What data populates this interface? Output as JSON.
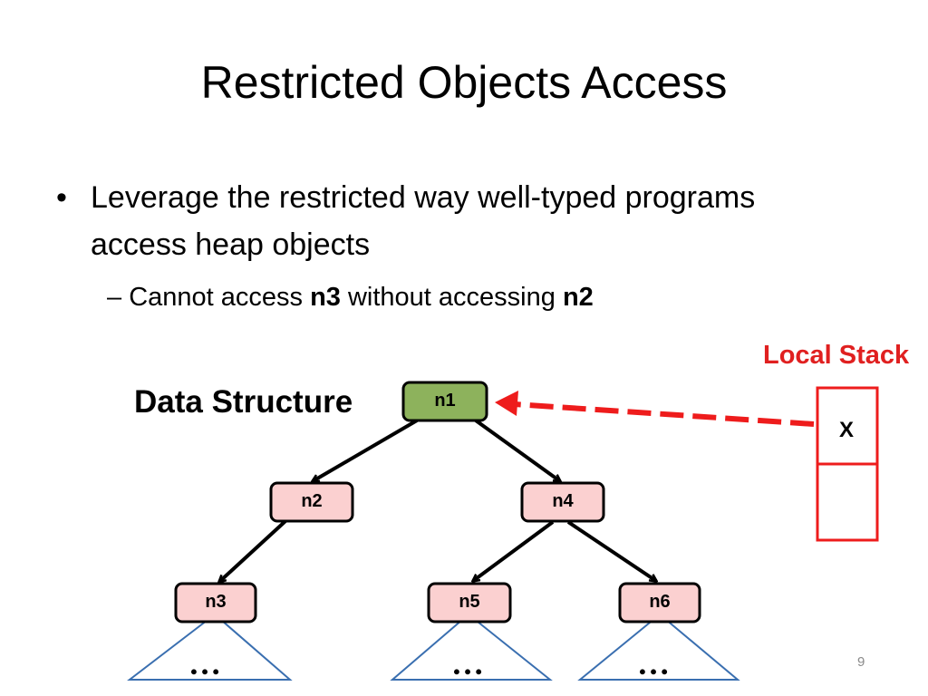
{
  "slide": {
    "title": "Restricted Objects Access",
    "bullet_marker": "•",
    "bullet_1": "Leverage the restricted way well-typed programs access heap objects",
    "bullet_2": {
      "dash": "– ",
      "part_1": "Cannot access ",
      "bold_1": "n3",
      "part_2": " without accessing ",
      "bold_2": "n2"
    },
    "page_number": "9"
  },
  "diagram": {
    "data_structure_label": "Data Structure",
    "local_stack_label": "Local Stack",
    "stack_entry": "X",
    "nodes": {
      "n1": "n1",
      "n2": "n2",
      "n3": "n3",
      "n4": "n4",
      "n5": "n5",
      "n6": "n6"
    },
    "subtree_ellipsis": "…",
    "colors": {
      "root_fill": "#8db25c",
      "node_fill": "#fbd0d0",
      "node_border": "#000000",
      "stack_color": "#ee1c1c",
      "subtree_stroke": "#3a6fb0"
    }
  }
}
